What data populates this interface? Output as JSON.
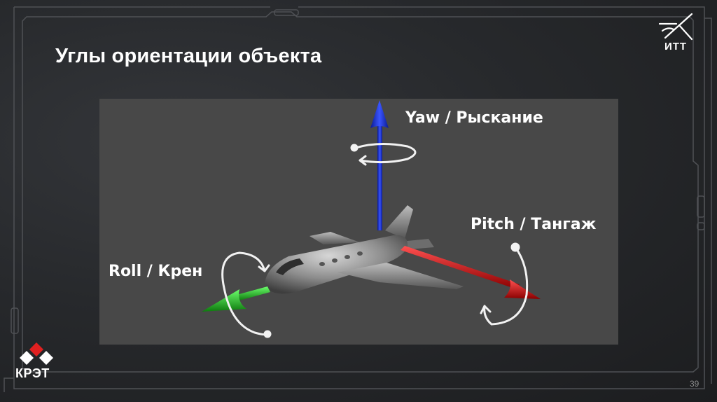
{
  "slide": {
    "title": "Углы ориентации объекта",
    "page_number": "39"
  },
  "logos": {
    "top_right": {
      "icon": "itt-logo-icon",
      "text": "ИТТ"
    },
    "bottom_left": {
      "icon": "kret-logo-icon",
      "text": "КРЭТ"
    }
  },
  "diagram": {
    "axes": [
      {
        "id": "yaw",
        "label": "Yaw / Рыскание",
        "color": "#1a2fd0"
      },
      {
        "id": "pitch",
        "label": "Pitch / Тангаж",
        "color": "#c81414"
      },
      {
        "id": "roll",
        "label": "Roll / Крен",
        "color": "#22b422"
      }
    ]
  },
  "colors": {
    "background": "#27292c",
    "diagram_background": "#484848",
    "frame_line": "#4a4c50",
    "accent_red": "#e02020"
  }
}
